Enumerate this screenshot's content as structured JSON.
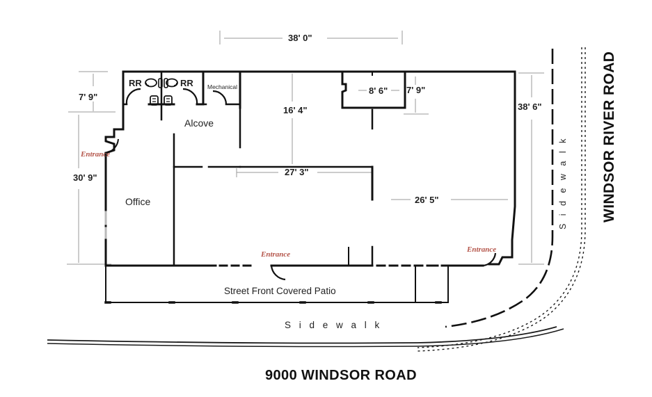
{
  "plan": {
    "title_bottom": "9000 WINDSOR ROAD",
    "title_right": "WINDSOR RIVER ROAD",
    "sidewalk_bottom": "S i d e w a l k",
    "sidewalk_right": "S i d e w a l k",
    "patio": "Street Front Covered Patio"
  },
  "rooms": {
    "office": "Office",
    "alcove": "Alcove",
    "mechanical": "Mechanical",
    "restroom_left": "RR",
    "restroom_right": "RR"
  },
  "dimensions": {
    "top_width": "38' 0\"",
    "left_upper": "7' 9\"",
    "left_lower": "30' 9\"",
    "interior_depth": "16' 4\"",
    "interior_width": "27' 3\"",
    "rear_width": "26' 5\"",
    "closet_width": "8' 6\"",
    "closet_depth": "7' 9\"",
    "right_height": "38' 6\""
  },
  "entrances": {
    "west": "Entrance",
    "south": "Entrance",
    "southeast": "Entrance"
  },
  "colors": {
    "wall": "#111111",
    "dimension_line": "#8a8a8a",
    "entrance_text": "#b4554a",
    "text": "#1f1f1f",
    "background": "#ffffff"
  }
}
